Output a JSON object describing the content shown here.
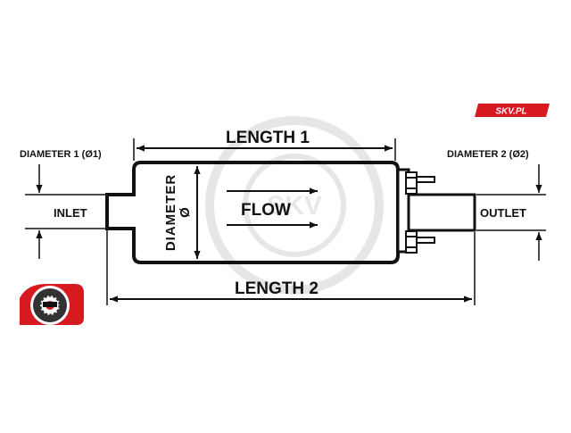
{
  "labels": {
    "length1": "LENGTH 1",
    "length2": "LENGTH 2",
    "diameter1": "DIAMETER 1 (Ø1)",
    "diameter2": "DIAMETER 2 (Ø2)",
    "inlet": "INLET",
    "outlet": "OUTLET",
    "flow": "FLOW",
    "diameter_word": "DIAMETER",
    "diameter_symbol": "Ø"
  },
  "brand": {
    "tag": "SKV.PL",
    "watermark": "SKV",
    "accent": "#d71920"
  },
  "icons": [
    "skv-logo-icon",
    "arrow-right-icon",
    "dimension-arrow-icon"
  ]
}
